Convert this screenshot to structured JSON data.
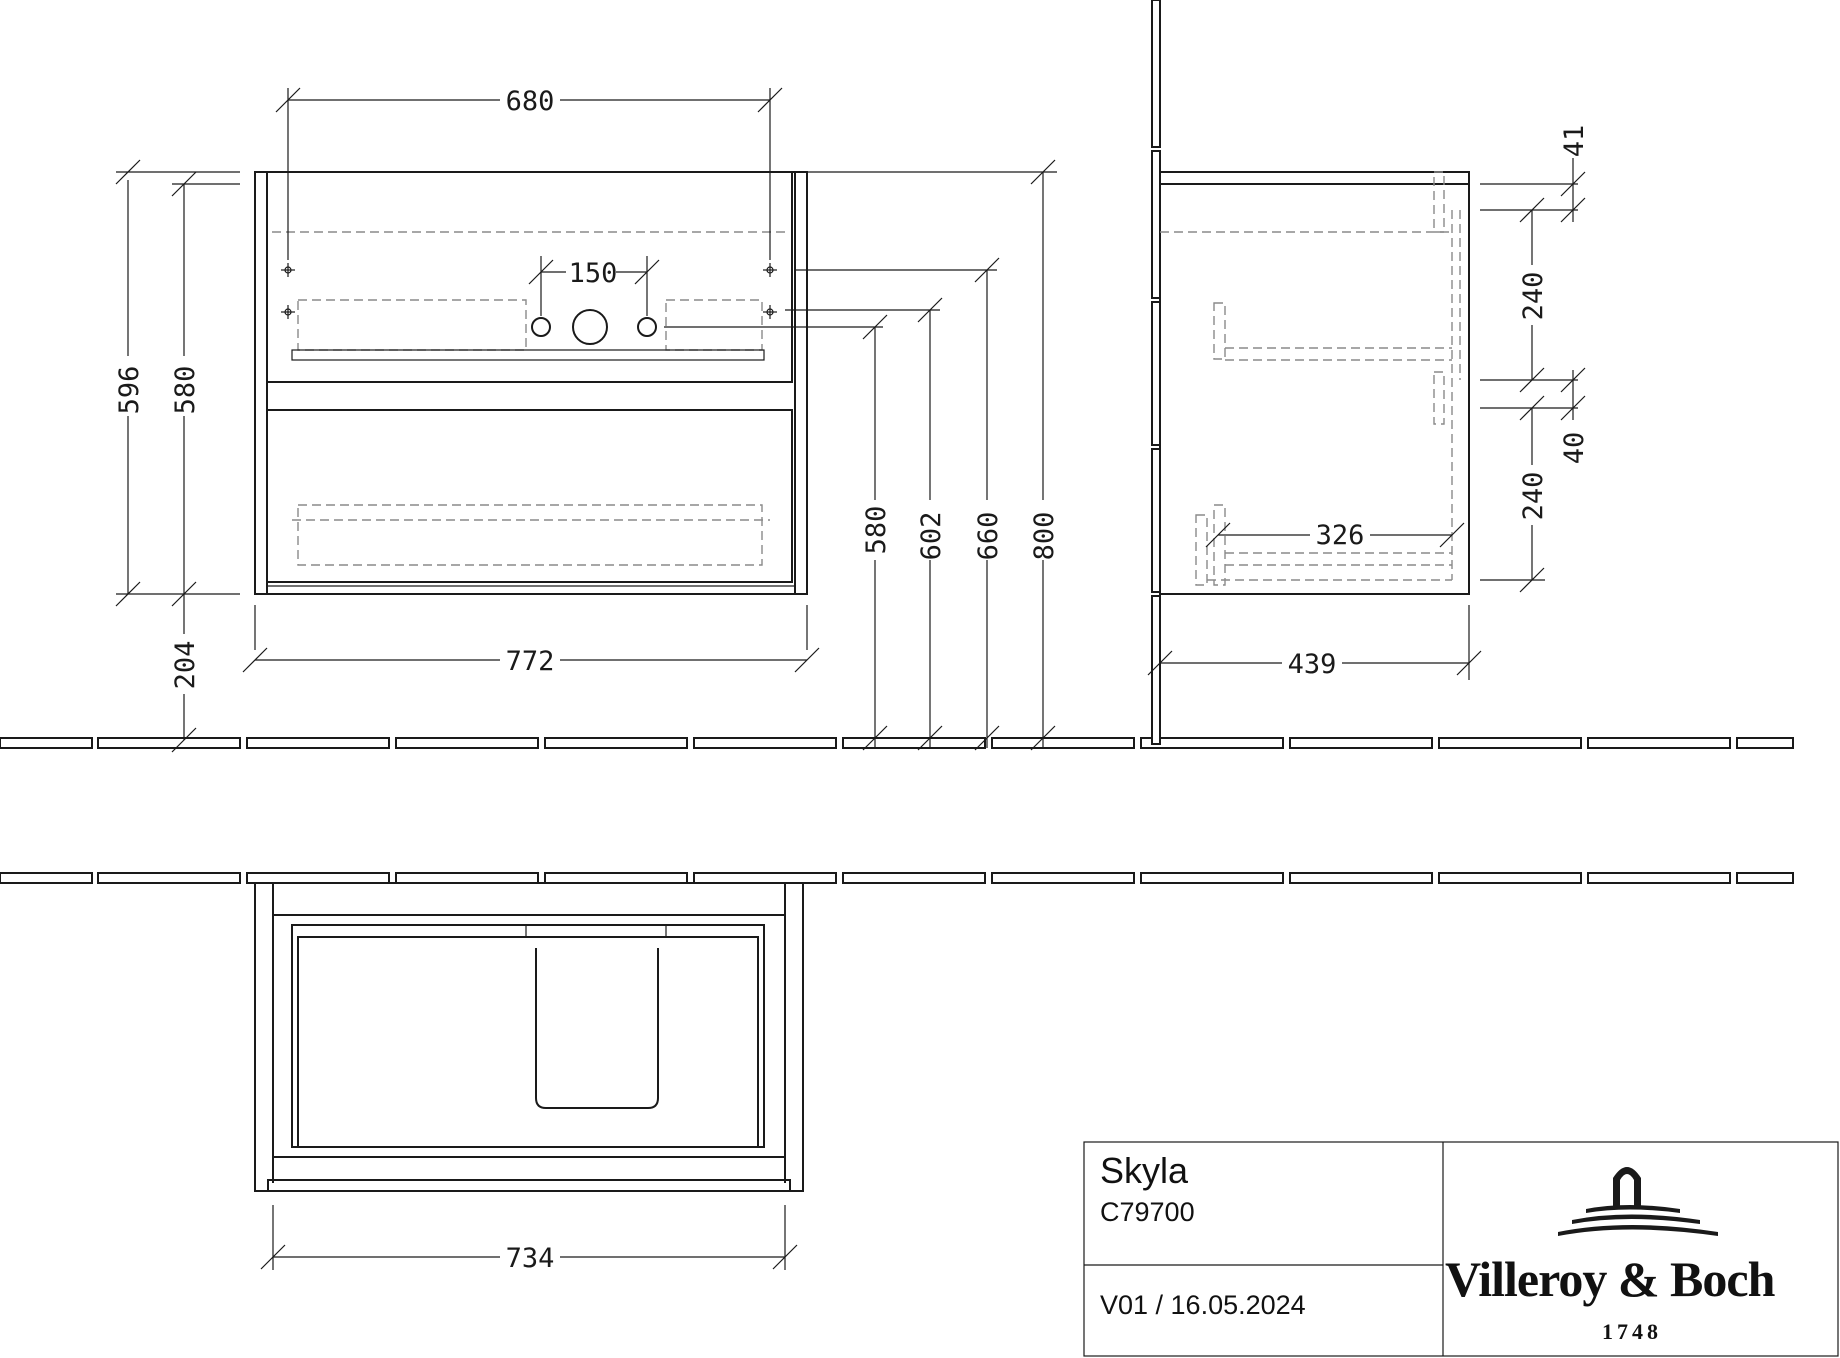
{
  "drawing": {
    "front_view": {
      "dimensions": {
        "top_width": "680",
        "tap_spacing": "150",
        "height_total": "596",
        "height_body": "580",
        "floor_clearance": "204",
        "width": "772",
        "siphon_580": "580",
        "siphon_602": "602",
        "fixing_660": "660",
        "overall_800": "800"
      }
    },
    "side_view": {
      "dimensions": {
        "top_gap": "41",
        "drawer_upper": "240",
        "drawer_gap": "40",
        "drawer_lower": "240",
        "drawer_depth": "326",
        "depth": "439"
      }
    },
    "top_view": {
      "dimensions": {
        "inner_width": "734"
      }
    }
  },
  "title_block": {
    "product_name": "Skyla",
    "product_code": "C79700",
    "version": "V01 /  16.05.2024",
    "brand": "Villeroy & Boch",
    "year": "1748"
  }
}
